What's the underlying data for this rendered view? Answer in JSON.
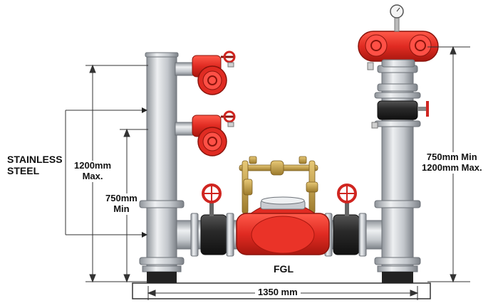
{
  "labels": {
    "material": {
      "line1": "STAINLESS",
      "line2": "STEEL"
    },
    "left_height_max": {
      "line1": "1200mm",
      "line2": "Max."
    },
    "left_height_min": {
      "line1": "750mm",
      "line2": "Min"
    },
    "right_height": {
      "line1": "750mm Min",
      "line2": "1200mm Max."
    },
    "valve_tag": "FGL",
    "width": "1350 mm"
  },
  "colors": {
    "steel": "#c9ccd1",
    "steel_dark": "#8e9399",
    "red": "#e02b22",
    "red_dark": "#a8170f",
    "brass": "#c9a24a",
    "black": "#2a2a2a",
    "dimension_line": "#333333"
  }
}
